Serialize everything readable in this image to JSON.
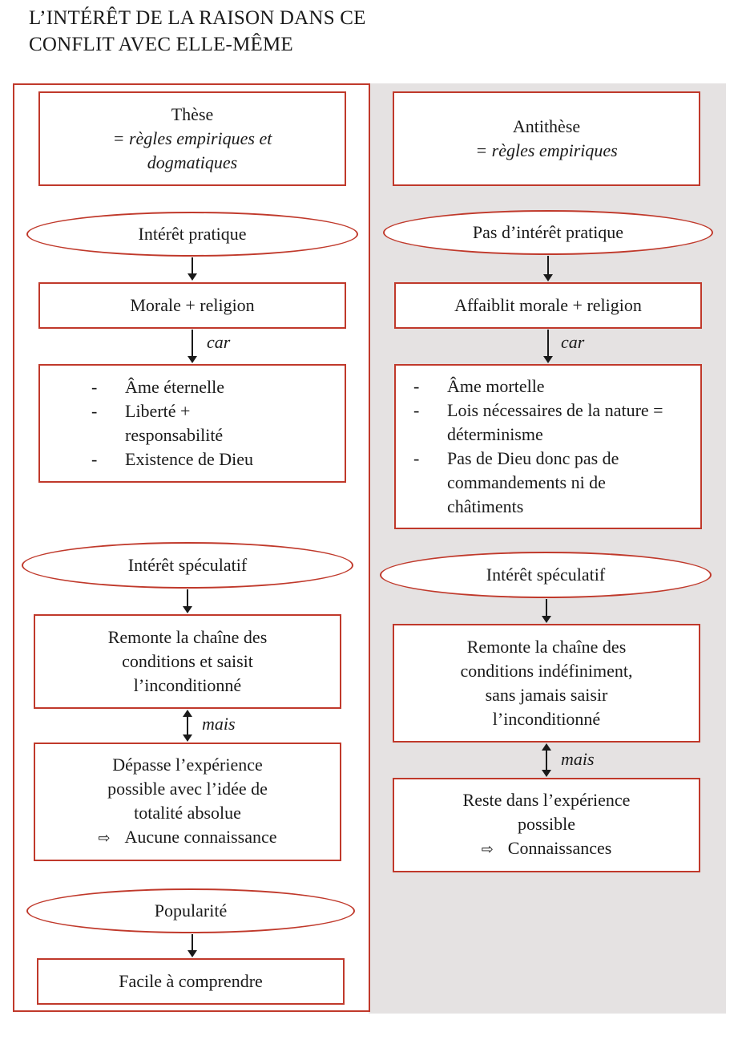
{
  "title": {
    "line1": "L’INTÉRÊT DE LA RAISON DANS CE",
    "line2": "CONFLIT AVEC ELLE-MÊME"
  },
  "thesis": {
    "header": {
      "title": "Thèse",
      "subtitle_line1": "= règles empiriques et",
      "subtitle_line2": "dogmatiques"
    },
    "practical": {
      "oval": "Intérêt pratique",
      "box": "Morale + religion",
      "connector": "car",
      "items": [
        "Âme éternelle",
        "Liberté + responsabilité",
        "Existence de Dieu"
      ]
    },
    "speculative": {
      "oval": "Intérêt spéculatif",
      "box_lines": [
        "Remonte la chaîne des",
        "conditions et saisit",
        "l’inconditionné"
      ],
      "connector": "mais",
      "box2_lines": [
        "Dépasse l’expérience",
        "possible avec l’idée de",
        "totalité absolue"
      ],
      "conclusion": "Aucune connaissance"
    },
    "popularity": {
      "oval": "Popularité",
      "box": "Facile à comprendre"
    }
  },
  "antithesis": {
    "header": {
      "title": "Antithèse",
      "subtitle": "= règles empiriques"
    },
    "practical": {
      "oval": "Pas d’intérêt pratique",
      "box": "Affaiblit morale + religion",
      "connector": "car",
      "items": [
        "Âme mortelle",
        "Lois nécessaires de la nature = déterminisme",
        "Pas de Dieu donc pas de commandements ni de châtiments"
      ]
    },
    "speculative": {
      "oval": "Intérêt spéculatif",
      "box_lines": [
        "Remonte la chaîne des",
        "conditions indéfiniment,",
        "sans jamais saisir",
        "l’inconditionné"
      ],
      "connector": "mais",
      "box2_lines": [
        "Reste dans l’expérience",
        "possible"
      ],
      "conclusion": "Connaissances"
    }
  },
  "icons": {
    "conclusion_arrow": "⇨"
  },
  "colors": {
    "border": "#c0392b",
    "right_panel_bg": "#e5e2e2"
  }
}
